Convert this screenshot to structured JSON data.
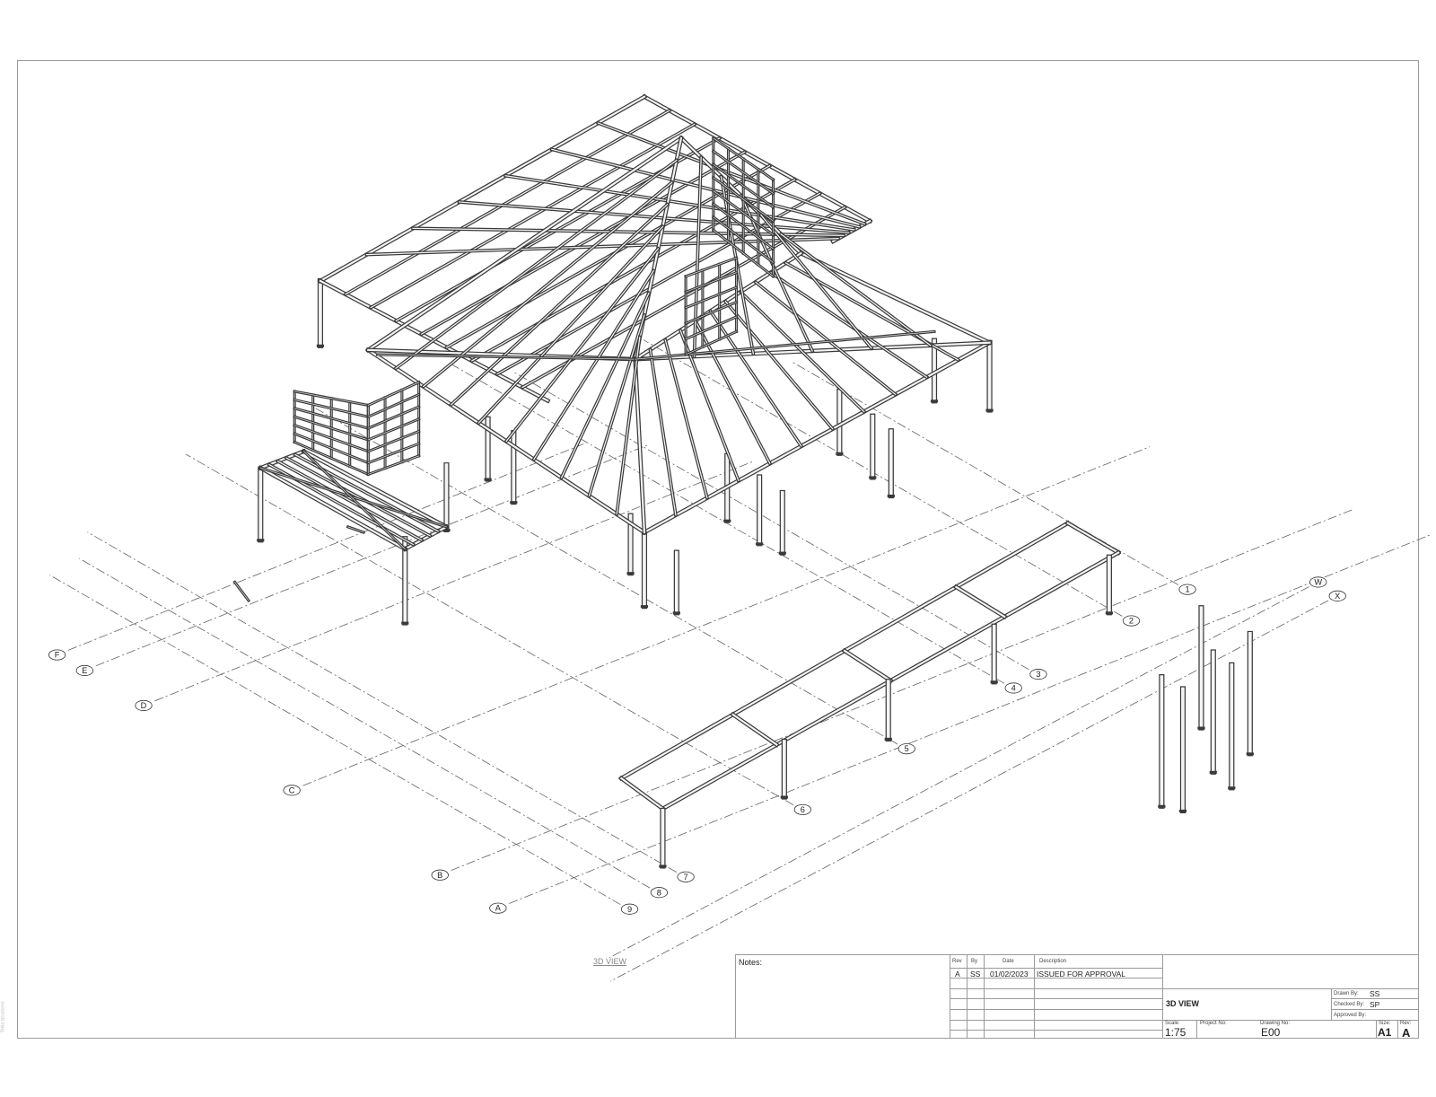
{
  "drawing": {
    "view_caption": "3D VIEW",
    "software_note": "Tekla structures",
    "grid_letters": [
      "F",
      "E",
      "D",
      "C",
      "B",
      "A"
    ],
    "grid_numbers": [
      "1",
      "2",
      "3",
      "4",
      "5",
      "6",
      "7",
      "8",
      "9"
    ],
    "grid_extra": [
      "W",
      "X"
    ]
  },
  "title_block": {
    "notes_label": "Notes:",
    "revision_headers": {
      "rev": "Rev",
      "by": "By",
      "date": "Date",
      "description": "Description"
    },
    "revisions": [
      {
        "rev": "A",
        "by": "SS",
        "date": "01/02/2023",
        "description": "ISSUED FOR APPROVAL"
      }
    ],
    "drawing_title": "3D VIEW",
    "drawn_by_label": "Drawn By:",
    "drawn_by": "SS",
    "checked_by_label": "Checked By:",
    "checked_by": "SP",
    "approved_by_label": "Approved By:",
    "approved_by": "",
    "scale_label": "Scale:",
    "scale": "1:75",
    "project_no_label": "Project No:",
    "project_no": "",
    "drawing_no_label": "Drawing No:",
    "drawing_no": "E00",
    "size_label": "Size:",
    "size": "A1",
    "rev_label": "Rev:",
    "rev": "A"
  },
  "colors": {
    "line": "#3a3a3a",
    "border": "#9a9a9a",
    "grid": "#666666"
  }
}
